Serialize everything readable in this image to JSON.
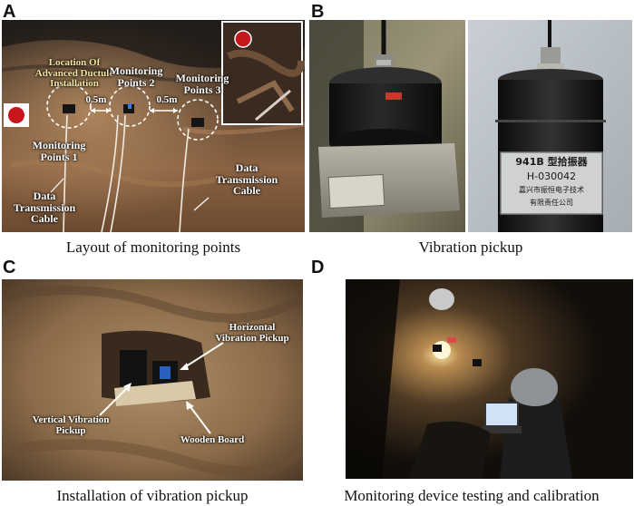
{
  "panels": {
    "a": {
      "letter": "A",
      "caption": "Layout of monitoring points",
      "labels": {
        "location_line1": "Location Of",
        "location_line2": "Advanced Ductule",
        "location_line3": "Installation",
        "mp2_line1": "Monitoring",
        "mp2_line2": "Points 2",
        "mp3_line1": "Monitoring",
        "mp3_line2": "Points 3",
        "mp1_line1": "Monitoring",
        "mp1_line2": "Points 1",
        "spacing_left": "0.5m",
        "spacing_right": "0.5m",
        "cable_left_line1": "Data",
        "cable_left_line2": "Transmission",
        "cable_left_line3": "Cable",
        "cable_right_line1": "Data",
        "cable_right_line2": "Transmission",
        "cable_right_line3": "Cable"
      }
    },
    "b": {
      "letter": "B",
      "caption": "Vibration pickup",
      "plate_line1": "941B 型拾振器",
      "plate_line2": "H-030042",
      "plate_line3": "嘉兴市振恒电子技术",
      "plate_line4": "有限责任公司"
    },
    "c": {
      "letter": "C",
      "caption": "Installation of vibration pickup",
      "labels": {
        "horizontal_line1": "Horizontal",
        "horizontal_line2": "Vibration Pickup",
        "vertical_line1": "Vertical Vibration",
        "vertical_line2": "Pickup",
        "wooden_board": "Wooden Board"
      }
    },
    "d": {
      "letter": "D",
      "caption": "Monitoring device testing and calibration"
    }
  },
  "colors": {
    "rock_dark": "#3a2a1f",
    "rock_mid": "#7a5a3c",
    "rock_light": "#b08a62",
    "marker_red": "#c8161d",
    "sensor_black": "#141414",
    "steel": "#9a9a94"
  }
}
